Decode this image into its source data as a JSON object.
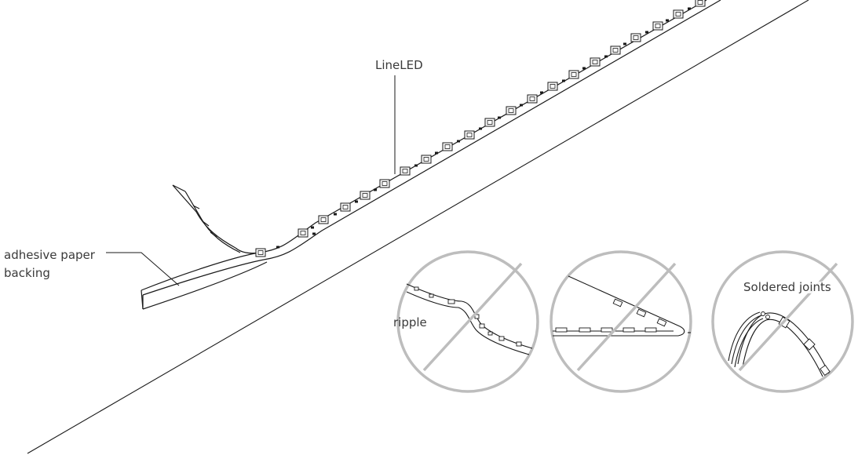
{
  "labels": {
    "lineled": "LineLED",
    "adhesive": "adhesive paper backing",
    "ripple": "ripple",
    "soldered": "Soldered joints"
  },
  "colors": {
    "stroke": "#1a1a1a",
    "circle": "#bdbdbd",
    "text": "#3a3a3a"
  },
  "icons": [
    "do-not-circle-icon",
    "do-not-circle-icon",
    "do-not-circle-icon"
  ]
}
